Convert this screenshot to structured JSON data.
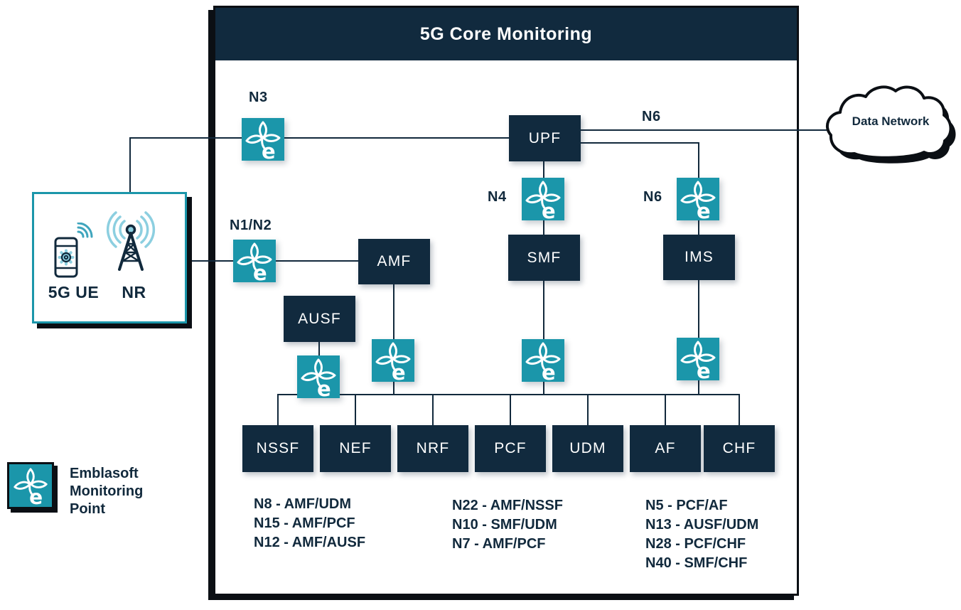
{
  "title": "5G Core Monitoring",
  "colors": {
    "navy": "#112a3e",
    "teal": "#1b96aa",
    "light_blue": "#8ccfe0",
    "outline_black": "#0b0f14",
    "white": "#ffffff"
  },
  "access_box": {
    "ue_label": "5G UE",
    "nr_label": "NR"
  },
  "cloud": {
    "label": "Data Network"
  },
  "interface_labels": {
    "n3": "N3",
    "n1n2": "N1/N2",
    "n4": "N4",
    "n6_core": "N6",
    "n6_dn": "N6"
  },
  "core_nodes": {
    "upf": "UPF",
    "amf": "AMF",
    "ausf": "AUSF",
    "smf": "SMF",
    "ims": "IMS"
  },
  "sbi_nodes": [
    "NSSF",
    "NEF",
    "NRF",
    "PCF",
    "UDM",
    "AF",
    "CHF"
  ],
  "reference_points": {
    "column1": [
      "N8 - AMF/UDM",
      "N15 - AMF/PCF",
      "N12 - AMF/AUSF"
    ],
    "column2": [
      "N22 - AMF/NSSF",
      "N10 - SMF/UDM",
      "N7 - AMF/PCF"
    ],
    "column3": [
      "N5 - PCF/AF",
      "N13 - AUSF/UDM",
      "N28 - PCF/CHF",
      "N40 - SMF/CHF"
    ]
  },
  "legend": {
    "label": "Emblasoft Monitoring Point"
  }
}
